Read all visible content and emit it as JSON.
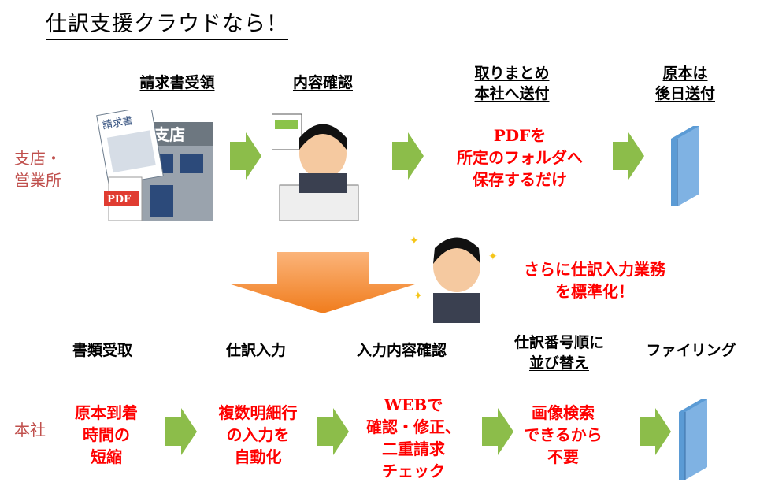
{
  "title": "仕訳支援クラウドなら！",
  "branch": {
    "label_line1": "支店・",
    "label_line2": "営業所",
    "steps": [
      {
        "line1": "請求書受領",
        "line2": ""
      },
      {
        "line1": "内容確認",
        "line2": ""
      },
      {
        "line1": "取りまとめ",
        "line2": "本社へ送付"
      },
      {
        "line1": "原本は",
        "line2": "後日送付"
      }
    ],
    "note": [
      "PDFを",
      "所定のフォルダへ",
      "保存するだけ"
    ],
    "icon_texts": {
      "invoice": "請求書",
      "store": "支店",
      "pdf": "PDF"
    }
  },
  "callout": [
    "さらに仕訳入力業務",
    "を標準化！"
  ],
  "hq": {
    "label": "本社",
    "steps": [
      {
        "line1": "書類受取",
        "line2": ""
      },
      {
        "line1": "仕訳入力",
        "line2": ""
      },
      {
        "line1": "入力内容確認",
        "line2": ""
      },
      {
        "line1": "仕訳番号順に",
        "line2": "並び替え"
      },
      {
        "line1": "ファイリング",
        "line2": ""
      }
    ],
    "notes": [
      [
        "原本到着",
        "時間の",
        "短縮"
      ],
      [
        "複数明細行",
        "の入力を",
        "自動化"
      ],
      [
        "WEBで",
        "確認・修正、",
        "二重請求",
        "チェック"
      ],
      [
        "画像検索",
        "できるから",
        "不要"
      ]
    ]
  },
  "colors": {
    "green": "#8cbd4a",
    "orange": "#f79646",
    "red": "#ff0000",
    "side": "#c0504d",
    "book": "#5b9bd5"
  }
}
